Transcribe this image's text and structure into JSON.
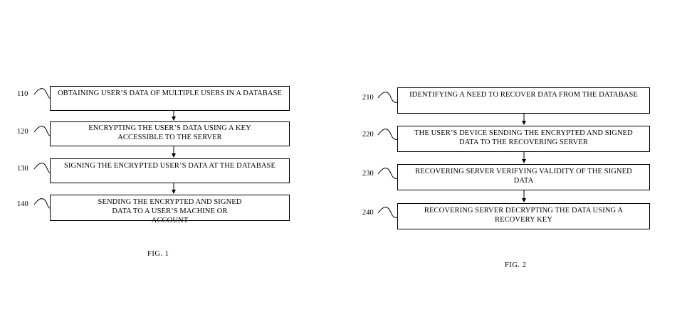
{
  "fig1": {
    "caption": "FIG. 1",
    "steps": [
      {
        "ref": "110",
        "text": "OBTAINING USER’S DATA OF MULTIPLE USERS IN A DATABASE"
      },
      {
        "ref": "120",
        "text": "ENCRYPTING THE USER’S DATA USING A KEY ACCESSIBLE TO THE SERVER"
      },
      {
        "ref": "130",
        "text": "SIGNING THE ENCRYPTED USER’S DATA AT THE DATABASE"
      },
      {
        "ref": "140",
        "text": "SENDING THE ENCRYPTED AND SIGNED DATA TO A USER’S MACHINE OR ACCOUNT"
      }
    ]
  },
  "fig2": {
    "caption": "FIG. 2",
    "steps": [
      {
        "ref": "210",
        "text": "IDENTIFYING A NEED TO RECOVER DATA FROM THE DATABASE"
      },
      {
        "ref": "220",
        "text": "THE USER’S DEVICE SENDING THE ENCRYPTED AND SIGNED DATA TO THE RECOVERING SERVER"
      },
      {
        "ref": "230",
        "text": "RECOVERING SERVER VERIFYING VALIDITY OF THE SIGNED DATA"
      },
      {
        "ref": "240",
        "text": "RECOVERING SERVER DECRYPTING THE DATA USING A RECOVERY KEY"
      }
    ]
  }
}
